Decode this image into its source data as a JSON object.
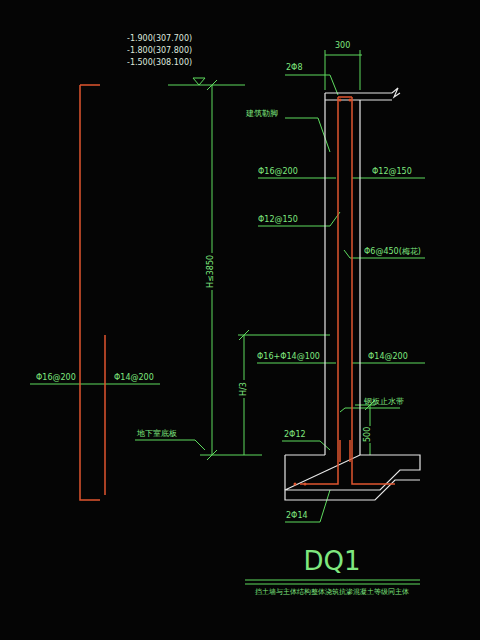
{
  "diagram": {
    "title": "DQ1",
    "caption": "挡土墙与主体结构整体浇筑抗渗混凝土等级同主体",
    "labels": [
      "-1.900(307.700)",
      "-1.800(307.800)",
      "-1.500(308.100)",
      "300",
      "2Φ8",
      "建筑勒脚",
      "Φ16@200",
      "Φ12@150",
      "Φ12@150",
      "Φ6@450(梅花)",
      "H≤3850",
      "Φ16+Φ14@100",
      "Φ14@200",
      "H/3",
      "钢板止水带",
      "2Φ12",
      "500",
      "2Φ14",
      "地下室底板",
      "Φ16@200",
      "Φ14@200"
    ]
  }
}
